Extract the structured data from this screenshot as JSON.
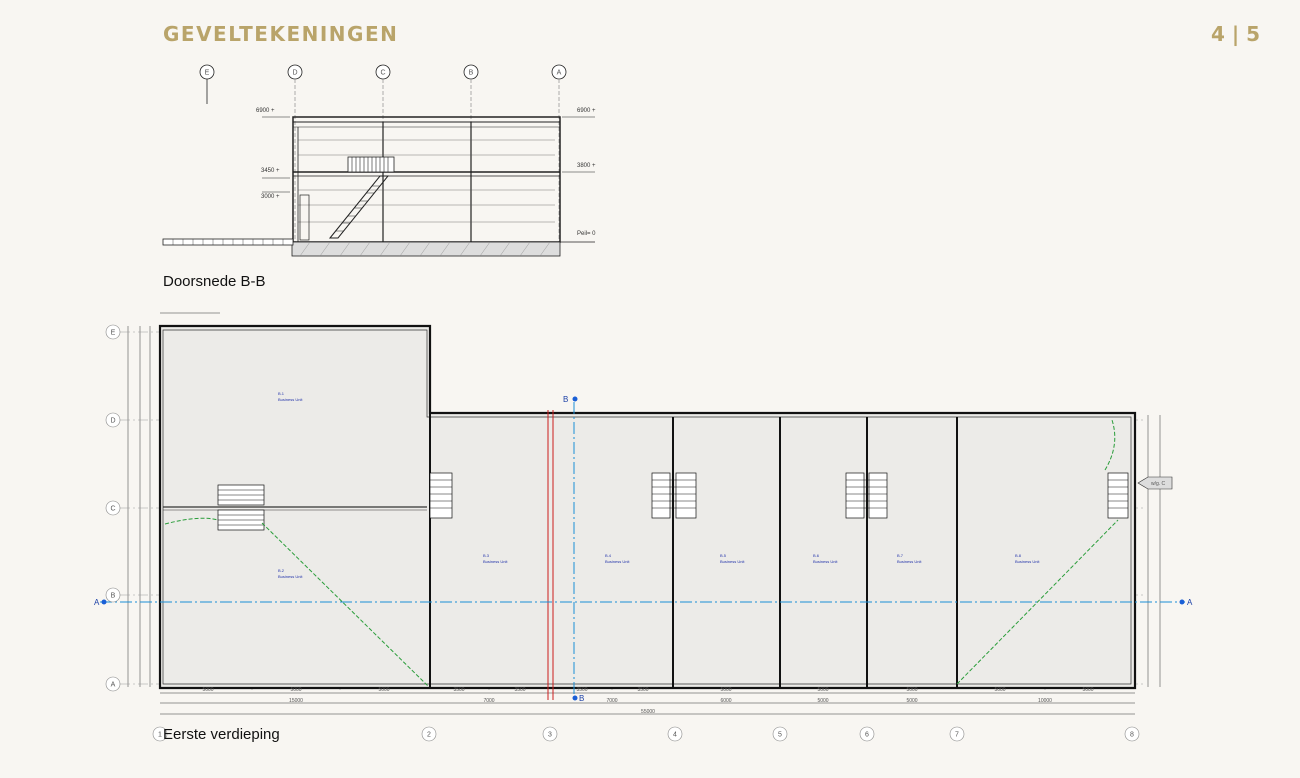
{
  "header": {
    "title": "GEVELTEKENINGEN",
    "page": "4 | 5"
  },
  "section": {
    "caption": "Doorsnede B-B",
    "grid_labels": [
      "E",
      "D",
      "C",
      "B",
      "A"
    ],
    "levels": [
      "6900 +",
      "6900 +",
      "3800 +",
      "3450 +",
      "3000 +",
      "Peil= 0"
    ]
  },
  "plan": {
    "caption": "Eerste verdieping",
    "row_labels": [
      "E",
      "D",
      "C",
      "B",
      "A"
    ],
    "col_labels": [
      "1",
      "2",
      "3",
      "4",
      "5",
      "6",
      "7",
      "8"
    ],
    "units": [
      {
        "id": "B.1",
        "name": "Business Unit"
      },
      {
        "id": "B.2",
        "name": "Business Unit"
      },
      {
        "id": "B.3",
        "name": "Business Unit"
      },
      {
        "id": "B.4",
        "name": "Business Unit"
      },
      {
        "id": "B.5",
        "name": "Business Unit"
      },
      {
        "id": "B.6",
        "name": "Business Unit"
      },
      {
        "id": "B.7",
        "name": "Business Unit"
      },
      {
        "id": "B.8",
        "name": "Business Unit"
      }
    ],
    "section_marks": {
      "a": "A",
      "b": "B"
    },
    "view_tag": "w/g. C",
    "bottom_dims": [
      "5000",
      "5000",
      "5000",
      "3500",
      "3500",
      "3500",
      "3500",
      "5000",
      "5000",
      "5000",
      "5000",
      "5000",
      "5000"
    ],
    "sub_dims": [
      "15000",
      "7000",
      "7000",
      "6000",
      "5000",
      "5000",
      "10000"
    ],
    "total_dim": "55000"
  }
}
